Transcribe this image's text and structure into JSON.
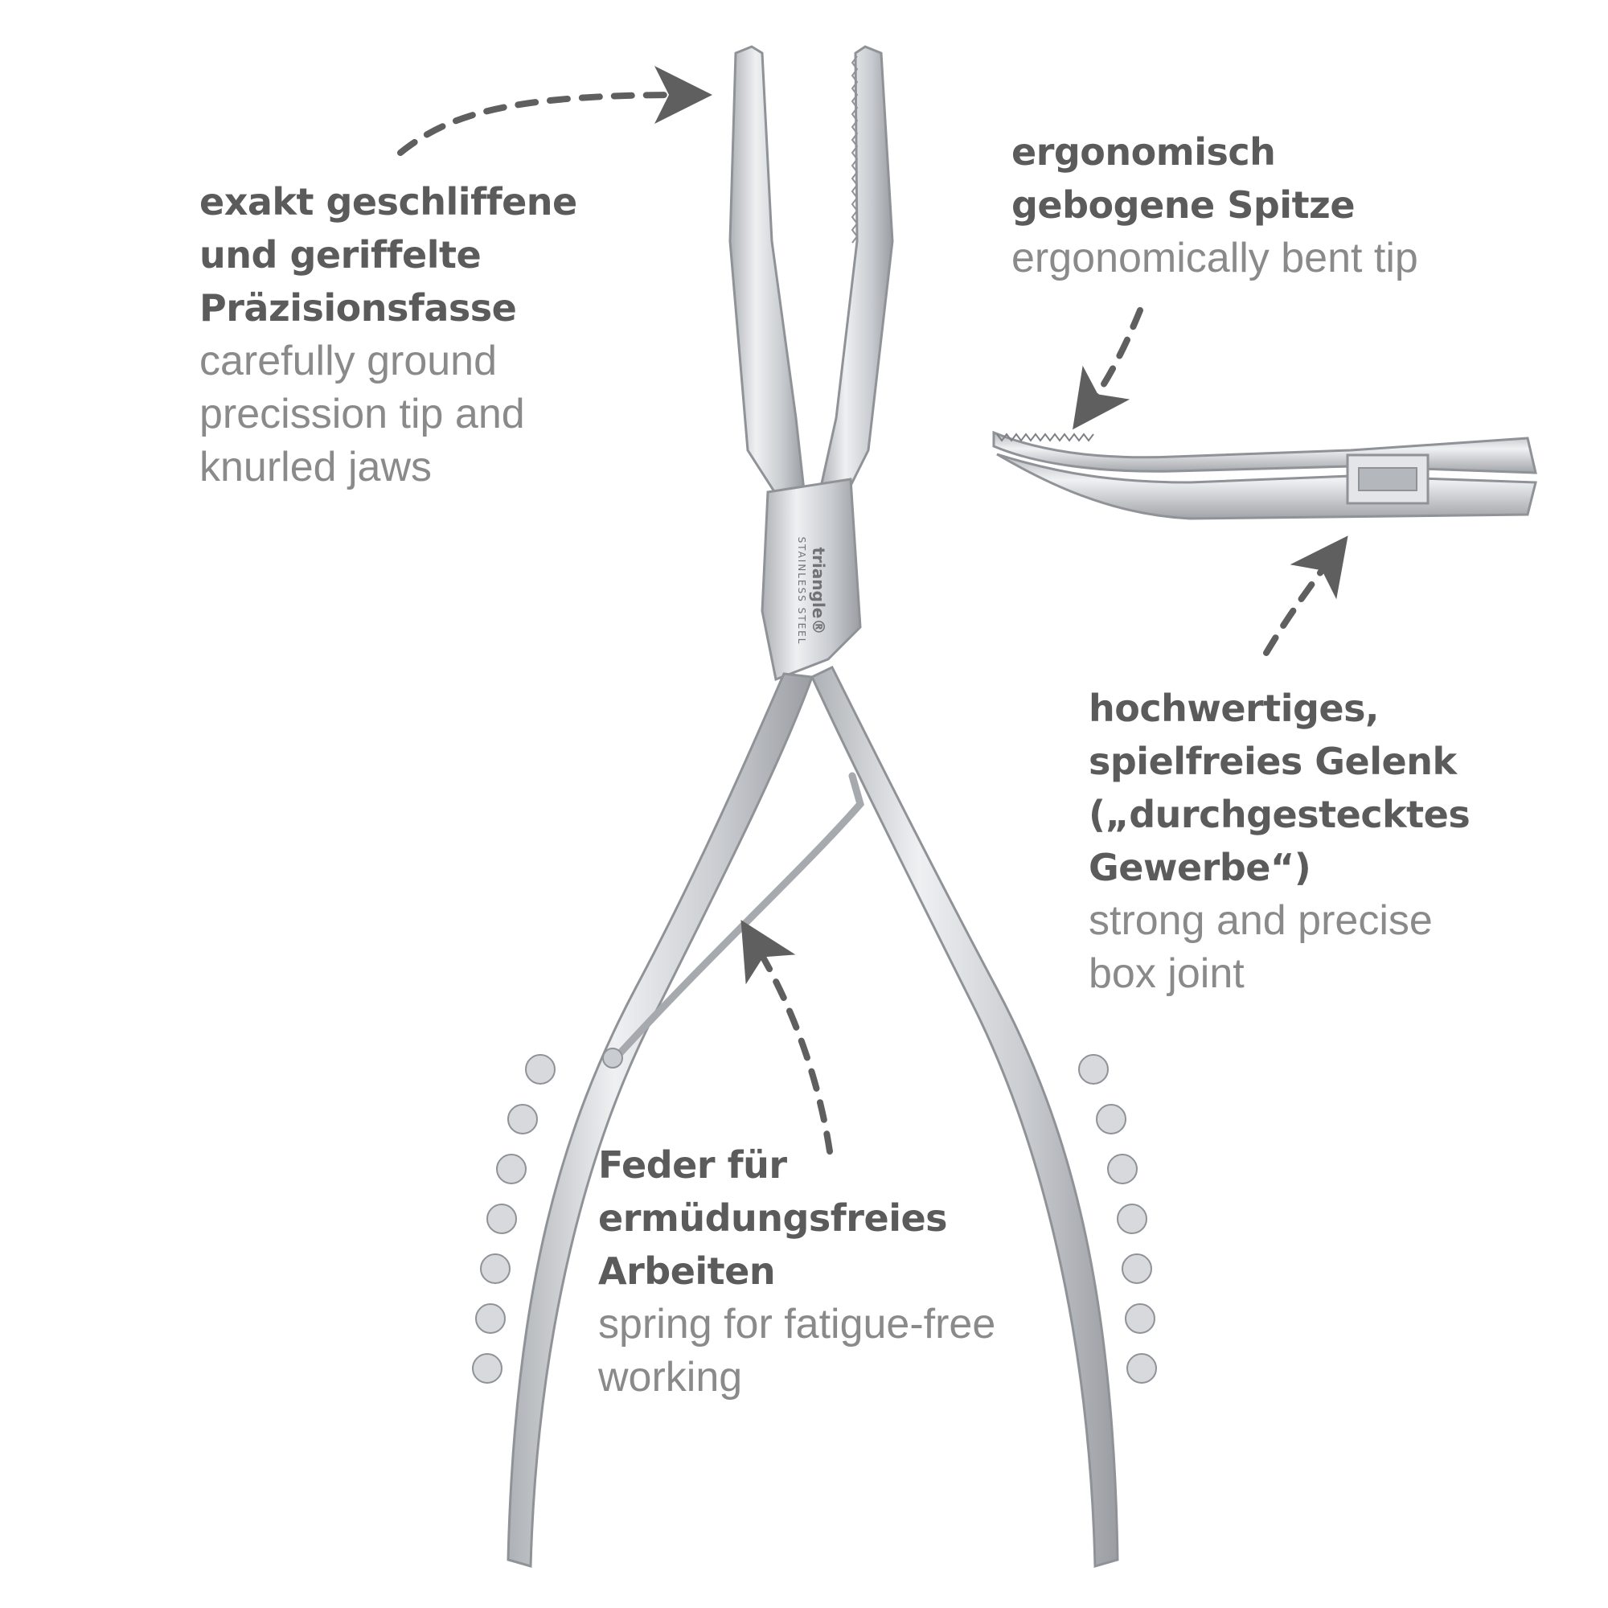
{
  "callouts": {
    "jaws": {
      "de": "exakt geschliffene\nund geriffelte\nPräzisionsfasse",
      "en": "carefully ground\nprecission tip and\nknurled jaws"
    },
    "tip": {
      "de": "ergonomisch\ngebogene Spitze",
      "en": "ergonomically bent tip"
    },
    "joint": {
      "de": "hochwertiges,\nspielfreies Gelenk\n(„durchgestecktes\nGewerbe“)",
      "en": "strong and precise\nbox joint"
    },
    "spring": {
      "de": "Feder für\nermüdungsfreies Arbeiten",
      "en": "spring for fatigue-free\nworking"
    }
  },
  "branding": {
    "logo": "triangle®",
    "stamp": "STAINLESS STEEL"
  },
  "colors": {
    "arrow": "#5f5f5f",
    "steel_light": "#e9eaec",
    "steel_mid": "#c3c5c9",
    "steel_dark": "#8c8f94",
    "heading_text": "#5b5b5b",
    "body_text": "#8a8a8a"
  },
  "icons": [
    "dashed-curved-arrow-icon"
  ]
}
